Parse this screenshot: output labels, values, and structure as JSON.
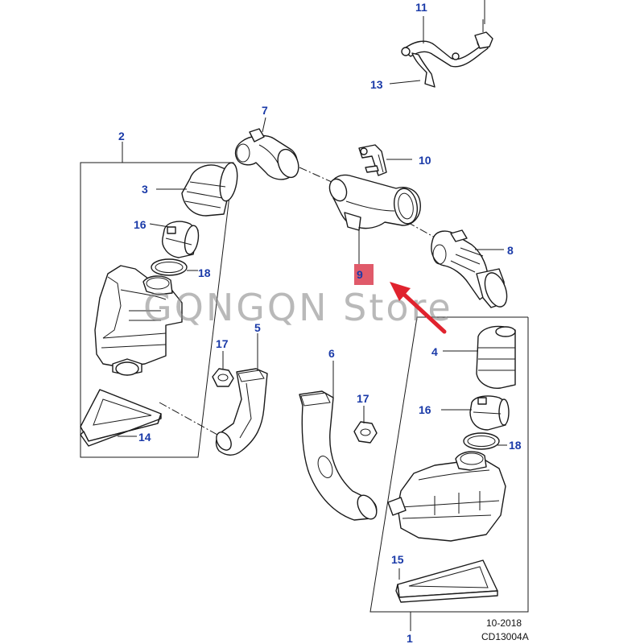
{
  "callouts": {
    "c1": "1",
    "c2": "2",
    "c3": "3",
    "c4": "4",
    "c5": "5",
    "c6": "6",
    "c7": "7",
    "c8": "8",
    "c9": "9",
    "c10": "10",
    "c11": "11",
    "c13": "13",
    "c14": "14",
    "c15": "15",
    "c16a": "16",
    "c16b": "16",
    "c17a": "17",
    "c17b": "17",
    "c18a": "18",
    "c18b": "18"
  },
  "footer": {
    "date": "10-2018",
    "code": "CD13004A"
  },
  "watermark": "GQNGQN  Store",
  "colors": {
    "callout": "#1a3aa8",
    "highlight": "#e05a6a",
    "arrow": "#e0232e",
    "line": "#1a1a1a"
  }
}
